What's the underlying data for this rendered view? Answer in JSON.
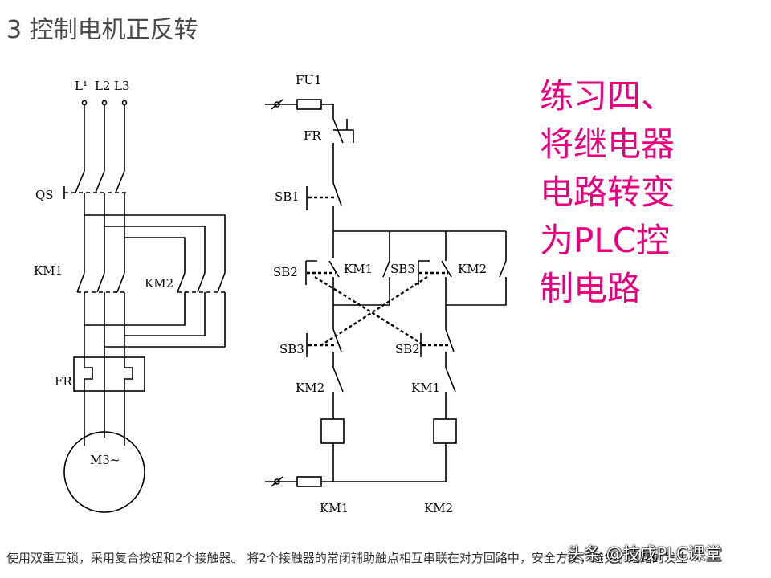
{
  "title": "3 控制电机正反转",
  "exercise_text": "练习四、\n将继电器\n电路转变\n为PLC控\n制电路",
  "footer_text": "使用双重互锁，采用复合按钮和2个接触器。 将2个接触器的常闭辅助触点相互串联在对方回路中，安全方便，避免了短路的发生~",
  "watermark": "头条 @技成PLC课堂",
  "labels": {
    "l1": "L¹",
    "l2": "L2",
    "l3": "L3",
    "qs": "QS",
    "km1_main": "KM1",
    "km2_main": "KM2",
    "fr_main": "FR",
    "motor": "M3~",
    "fu1": "FU1",
    "fr_ctrl": "FR",
    "sb1": "SB1",
    "sb2_top": "SB2",
    "km1_hold": "KM1",
    "sb3_top": "SB3",
    "km2_hold": "KM2",
    "sb3_int": "SB3",
    "sb2_int": "SB2",
    "km2_int": "KM2",
    "km1_int": "KM1",
    "km1_coil": "KM1",
    "km2_coil": "KM2"
  },
  "colors": {
    "title": "#4a4a4a",
    "exercise": "#e6007e",
    "line": "#000000"
  }
}
